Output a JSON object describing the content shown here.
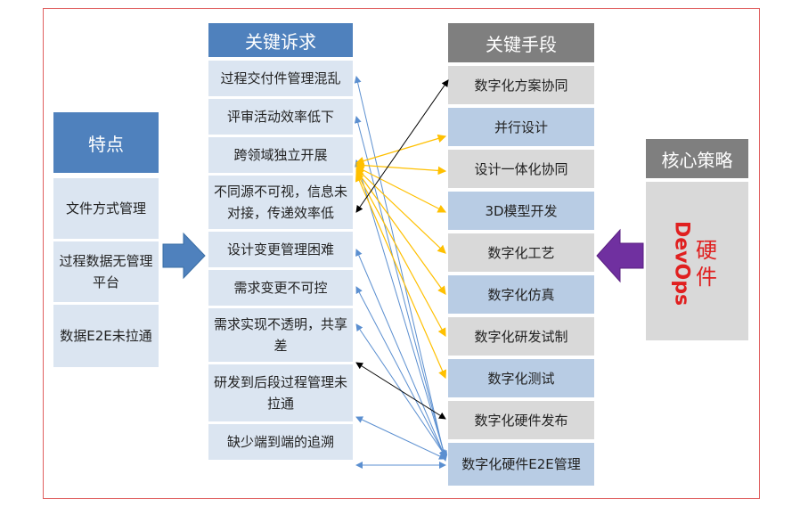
{
  "features": {
    "title": "特点",
    "items": [
      "文件方式管理",
      "过程数据无管理平台",
      "数据E2E未拉通"
    ]
  },
  "demands": {
    "title": "关键诉求",
    "items": [
      "过程交付件管理混乱",
      "评审活动效率低下",
      "跨领域独立开展",
      "不同源不可视，信息未对接，传递效率低",
      "设计变更管理困难",
      "需求变更不可控",
      "需求实现不透明，共享差",
      "研发到后段过程管理未拉通",
      "缺少端到端的追溯"
    ]
  },
  "means": {
    "title": "关键手段",
    "items": [
      "数字化方案协同",
      "并行设计",
      "设计一体化协同",
      "3D模型开发",
      "数字化工艺",
      "数字化仿真",
      "数字化研发试制",
      "数字化测试",
      "数字化硬件发布",
      "数字化硬件E2E管理"
    ]
  },
  "strategy": {
    "title": "核心策略",
    "devops": "DevOps",
    "hardware": "硬件"
  },
  "colors": {
    "frame": "#e06060",
    "header_blue": "#4f81bd",
    "header_gray": "#7f7f7f",
    "cell_light_blue": "#dbe5f1",
    "cell_blue": "#b8cce4",
    "cell_gray": "#d9d9d9",
    "arrow_blue": "#5b8fd0",
    "arrow_yellow": "#ffc000",
    "arrow_black": "#000000",
    "arrow_purple": "#7030a0",
    "text_red": "#e02020"
  }
}
